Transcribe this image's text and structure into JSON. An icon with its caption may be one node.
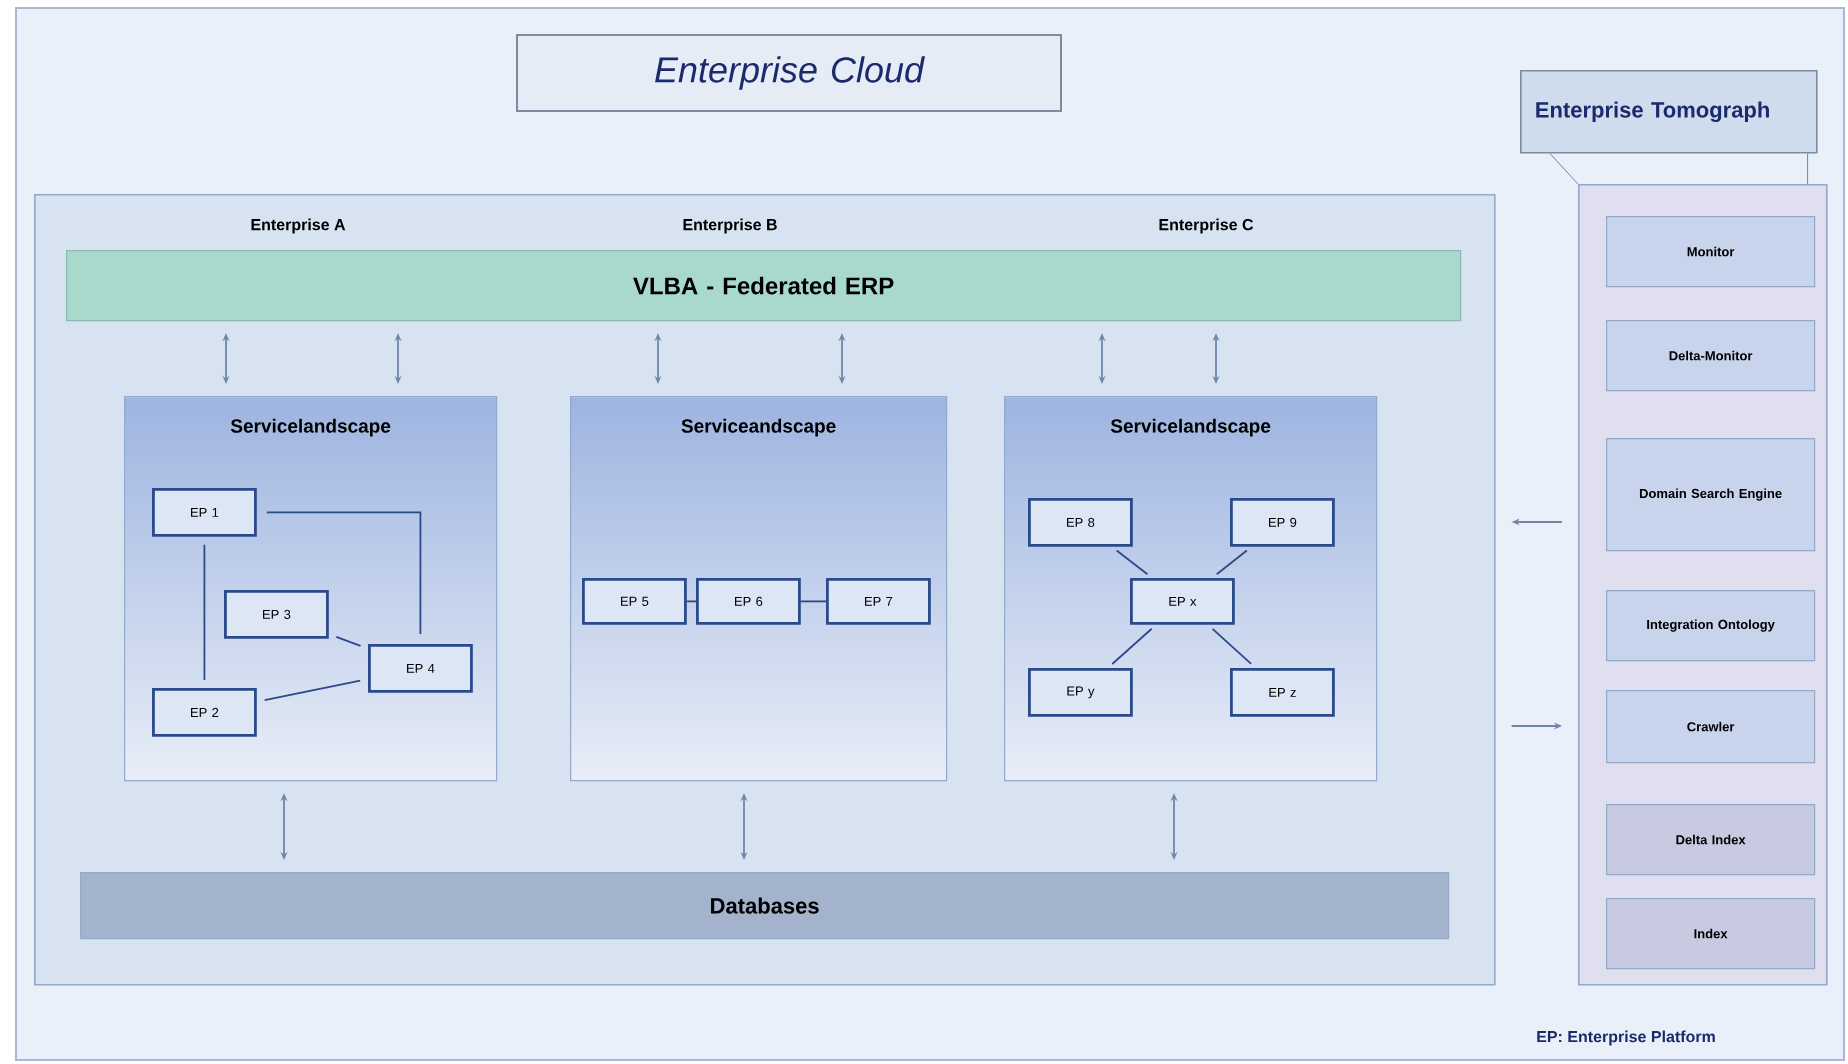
{
  "diagram": {
    "nodes": [
      {
        "text": [
          "Enterprise Cloud"
        ]
      },
      {
        "text": [],
        "shape": "box"
      },
      {
        "text": [
          "VLBA - Federated ERP"
        ],
        "in": 1
      },
      {
        "text": [
          "Servicelandscape"
        ],
        "in": 1
      },
      {
        "text": [
          "Serviceandscape"
        ],
        "in": 1
      },
      {
        "text": [
          "Servicelandscape"
        ],
        "in": 1
      },
      {
        "text": [
          "EP 1"
        ],
        "in": 3
      },
      {
        "text": [
          "EP 3"
        ],
        "in": 3
      },
      {
        "text": [
          "EP 4"
        ],
        "in": 3
      },
      {
        "text": [
          "EP 2"
        ],
        "in": 3
      },
      {
        "text": [
          "EP 5"
        ],
        "in": 4
      },
      {
        "text": [
          "EP 6"
        ],
        "in": 4
      },
      {
        "text": [
          "EP 7"
        ],
        "in": 4
      },
      {
        "text": [
          "EP 8"
        ],
        "in": 5
      },
      {
        "text": [
          "EP 9"
        ],
        "in": 5
      },
      {
        "text": [
          "EP x"
        ],
        "in": 5
      },
      {
        "text": [
          "EP y"
        ],
        "in": 5
      },
      {
        "text": [
          "EP z"
        ],
        "in": 5
      },
      {
        "text": [
          "Databases"
        ],
        "in": 1
      },
      {
        "text": [
          "Enterprise Tomograph"
        ]
      },
      {
        "text": [],
        "shape": "box"
      },
      {
        "text": [
          "Monitor"
        ],
        "in": 20
      },
      {
        "text": [
          "Delta-Monitor"
        ],
        "in": 20
      },
      {
        "text": [
          "Domain Search Engine"
        ],
        "in": 20
      },
      {
        "text": [
          "Integration Ontology"
        ],
        "in": 20
      },
      {
        "text": [
          "Crawler"
        ],
        "in": 20
      },
      {
        "text": [
          "Delta Index"
        ],
        "in": 20
      },
      {
        "text": [
          "Index"
        ],
        "in": 20
      }
    ],
    "edges": [
      {
        "from": 2,
        "to": 3,
        "arrow": "both"
      },
      {
        "from": 2,
        "to": 3,
        "arrow": "both"
      },
      {
        "from": 2,
        "to": 4,
        "arrow": "both"
      },
      {
        "from": 2,
        "to": 4,
        "arrow": "both"
      },
      {
        "from": 2,
        "to": 5,
        "arrow": "both"
      },
      {
        "from": 2,
        "to": 5,
        "arrow": "both"
      },
      {
        "from": 3,
        "to": 18,
        "arrow": "both"
      },
      {
        "from": 4,
        "to": 18,
        "arrow": "both"
      },
      {
        "from": 5,
        "to": 18,
        "arrow": "both"
      },
      {
        "from": 6,
        "to": 8,
        "arrow": "none",
        "color": "#2a4a8a"
      },
      {
        "from": 6,
        "to": 9,
        "arrow": "none",
        "color": "#2a4a8a"
      },
      {
        "from": 7,
        "to": 8,
        "arrow": "none",
        "color": "#2a4a8a"
      },
      {
        "from": 9,
        "to": 8,
        "arrow": "none",
        "color": "#2a4a8a"
      },
      {
        "from": 10,
        "to": 11,
        "arrow": "none",
        "color": "#2a4a8a"
      },
      {
        "from": 11,
        "to": 12,
        "arrow": "none",
        "color": "#2a4a8a"
      },
      {
        "from": 13,
        "to": 15,
        "arrow": "none",
        "color": "#2a4a8a"
      },
      {
        "from": 14,
        "to": 15,
        "arrow": "none",
        "color": "#2a4a8a"
      },
      {
        "from": 15,
        "to": 16,
        "arrow": "none",
        "color": "#2a4a8a"
      },
      {
        "from": 15,
        "to": 17,
        "arrow": "none",
        "color": "#2a4a8a"
      },
      {
        "from": 20,
        "to": 1,
        "arrow": "to"
      },
      {
        "from": 1,
        "to": 20,
        "arrow": "to"
      },
      {
        "from": 19,
        "to": 20,
        "arrow": "none"
      },
      {
        "from": 19,
        "to": 20,
        "arrow": "none"
      }
    ],
    "labels": [
      "Enterprise A",
      "Enterprise B",
      "Enterprise C",
      "EP: Enterprise Platform"
    ]
  }
}
